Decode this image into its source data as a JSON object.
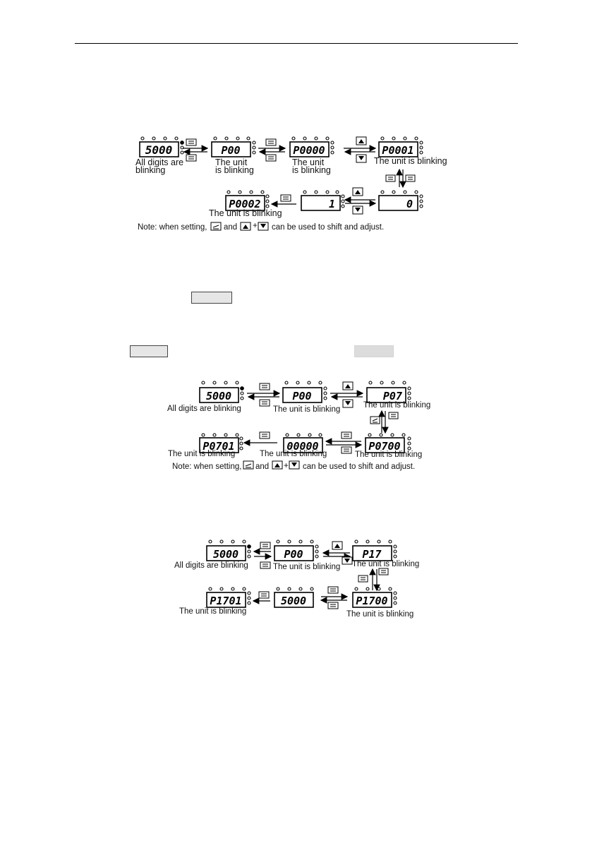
{
  "figures": [
    {
      "id": "fig1",
      "displays": [
        "5000",
        "P00",
        "P0000",
        "P0001",
        "P0002",
        "1",
        "0"
      ],
      "captions": [
        "All digits are",
        "blinking",
        "The unit",
        "is blinking",
        "The unit",
        "is blinking",
        "The unit is blinking",
        "The unit is blinking"
      ],
      "note": {
        "prefix": "Note: when setting,",
        "and": "and",
        "sep": "+",
        "suffix": "can be used to shift and adjust."
      }
    },
    {
      "id": "fig2",
      "displays": [
        "5000",
        "P00",
        "P07",
        "P0700",
        "00000",
        "P0701"
      ],
      "captions": [
        "All digits are blinking",
        "The unit is blinking",
        "The unit is blinking",
        "The unit is blinking",
        "The unit is blinking",
        "The unit is blinking"
      ],
      "note": {
        "prefix": "Note: when setting,",
        "and": "and",
        "sep": "+",
        "suffix": "can be used to shift and adjust."
      }
    },
    {
      "id": "fig3",
      "displays": [
        "5000",
        "P00",
        "P17",
        "P1700",
        "5000",
        "P1701"
      ],
      "captions": [
        "All digits are blinking",
        "The unit is blinking",
        "The unit is blinking",
        "The unit is blinking",
        "The unit is blinking"
      ]
    }
  ],
  "icons": {
    "prg_key": "prg-key-icon",
    "data_ent_key": "data-ent-key-icon",
    "shift_key": "shift-key-icon",
    "up_key": "up-key-icon",
    "down_key": "down-key-icon",
    "led": "indicator-led-icon"
  },
  "colors": {
    "lcd_border": "#000000",
    "highlight_box": "#e6e6e6",
    "text": "#111111"
  }
}
